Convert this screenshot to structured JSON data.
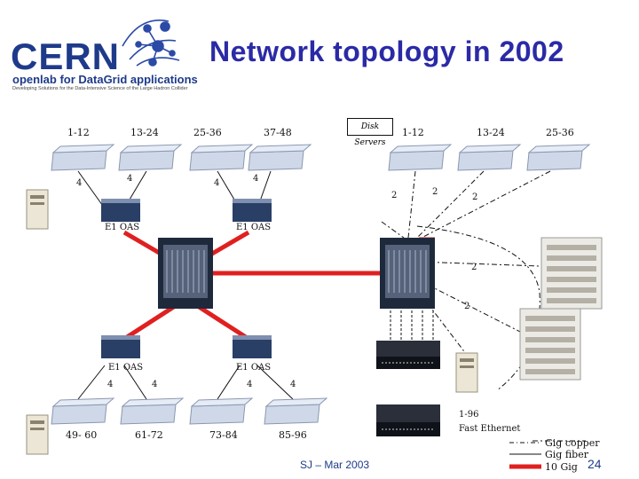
{
  "title": "Network topology in 2002",
  "logo": {
    "word": "CERN",
    "subtitle": "openlab for DataGrid applications",
    "tagline": "Developing Solutions for the Data-Intensive Science of the Large Hadron Collider"
  },
  "disk_servers": "Disk Servers",
  "switch_ranges_top_left": [
    "1-12",
    "13-24",
    "25-36",
    "37-48"
  ],
  "switch_ranges_top_right": [
    "1-12",
    "13-24",
    "25-36"
  ],
  "switch_ranges_bottom": [
    "49- 60",
    "61-72",
    "73-84",
    "85-96"
  ],
  "link_counts": {
    "top_left": [
      "4",
      "4",
      "4",
      "4"
    ],
    "top_right": [
      "2",
      "2",
      "2"
    ],
    "right_side": [
      "2",
      "2"
    ],
    "bottom": [
      "4",
      "4",
      "4",
      "4"
    ]
  },
  "aggregator_label": "E1 OAS",
  "fast_ethernet": {
    "range": "1-96",
    "label": "Fast Ethernet"
  },
  "legend": {
    "copper": "Gig copper",
    "fiber": "Gig fiber",
    "tengig": "10 Gig"
  },
  "footer": "SJ – Mar 2003",
  "page_number": "24",
  "colors": {
    "title": "#2b2aa6",
    "ten_gig": "#e02020",
    "device_blue": "#2a3f66"
  }
}
